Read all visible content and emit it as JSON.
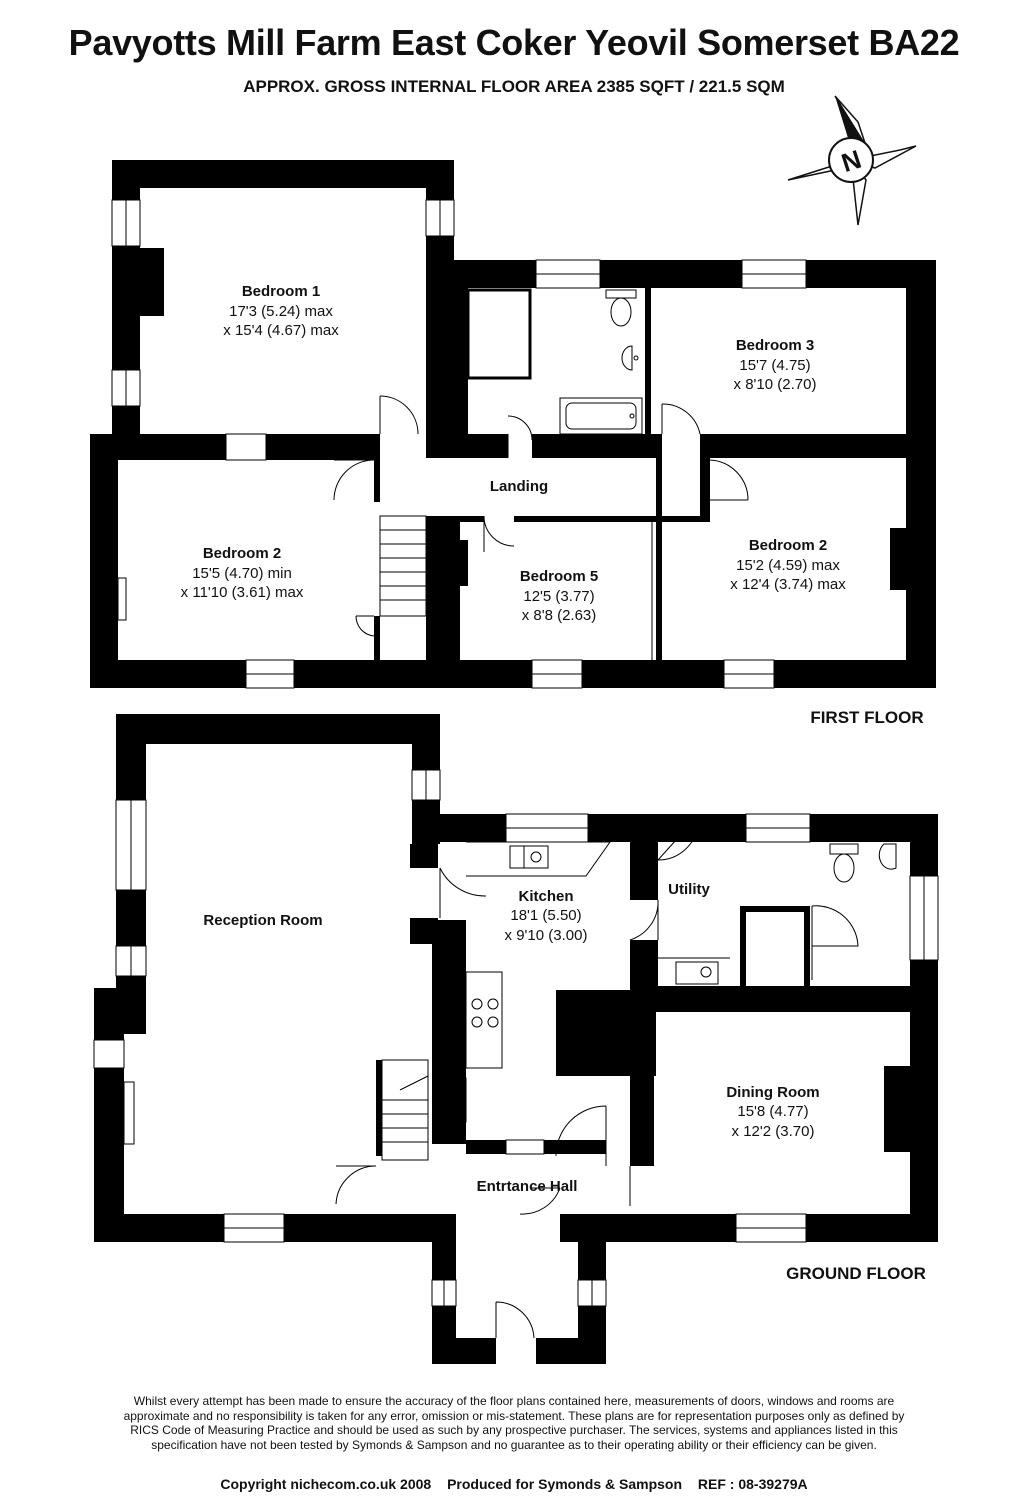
{
  "header": {
    "title": "Pavyotts Mill Farm East Coker  Yeovil  Somerset  BA22",
    "subtitle": "APPROX. GROSS INTERNAL FLOOR AREA 2385 SQFT / 221.5 SQM"
  },
  "compass": {
    "label": "N"
  },
  "first_floor": {
    "label": "FIRST FLOOR",
    "rooms": {
      "bedroom1": {
        "name": "Bedroom 1",
        "dim1": "17'3 (5.24) max",
        "dim2": "x 15'4 (4.67) max"
      },
      "bedroom2_west": {
        "name": "Bedroom 2",
        "dim1": "15'5 (4.70) min",
        "dim2": "x 11'10 (3.61) max"
      },
      "bedroom3": {
        "name": "Bedroom 3",
        "dim1": "15'7 (4.75)",
        "dim2": "x 8'10 (2.70)"
      },
      "landing": {
        "name": "Landing"
      },
      "bedroom5": {
        "name": "Bedroom 5",
        "dim1": "12'5 (3.77)",
        "dim2": "x 8'8 (2.63)"
      },
      "bedroom2_east": {
        "name": "Bedroom 2",
        "dim1": "15'2 (4.59) max",
        "dim2": "x 12'4 (3.74) max"
      }
    }
  },
  "ground_floor": {
    "label": "GROUND FLOOR",
    "rooms": {
      "reception": {
        "name": "Reception Room"
      },
      "kitchen": {
        "name": "Kitchen",
        "dim1": "18'1 (5.50)",
        "dim2": "x 9'10 (3.00)"
      },
      "utility": {
        "name": "Utility"
      },
      "dining": {
        "name": "Dining Room",
        "dim1": "15'8 (4.77)",
        "dim2": "x 12'2 (3.70)"
      },
      "hall": {
        "name": "Entrtance Hall"
      }
    }
  },
  "footer": {
    "disclaimer": "Whilst every attempt has been made to ensure the accuracy of the floor plans contained here, measurements of doors, windows and rooms are approximate and no responsibility is taken for any error, omission or mis-statement.  These plans are for representation purposes only as defined by RICS Code of Measuring Practice and should be used as such by any prospective purchaser.  The services, systems and appliances listed in this specification have not been tested by Symonds & Sampson and no guarantee as to their operating ability or their efficiency can be given.",
    "copyright": "Copyright nichecom.co.uk 2008",
    "produced_for": "Produced for Symonds & Sampson",
    "ref": "REF : 08-39279A"
  }
}
